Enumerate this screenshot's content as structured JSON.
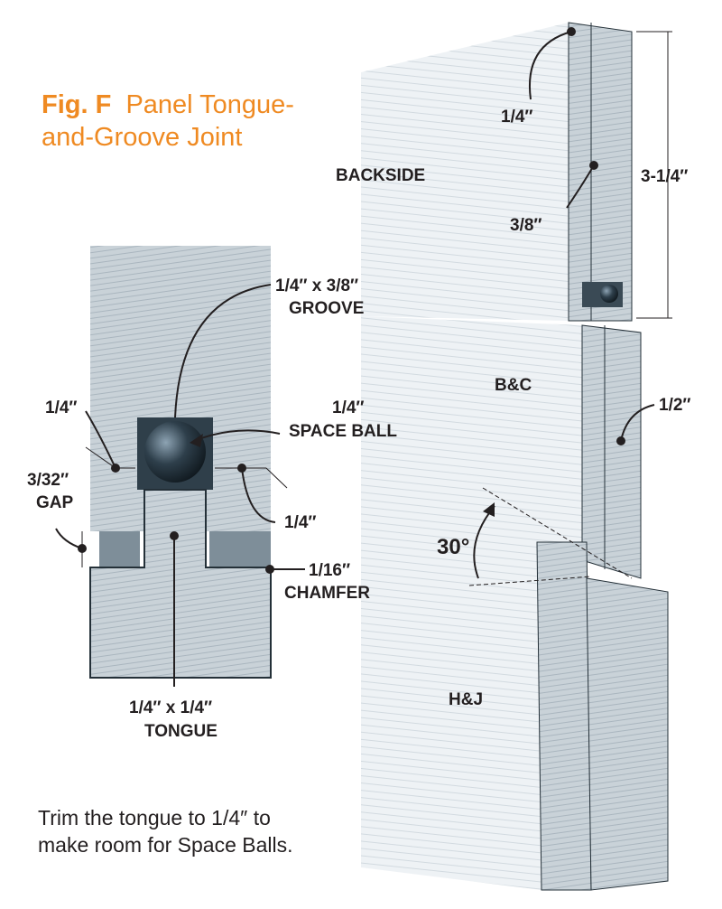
{
  "title": {
    "fig": "Fig. F",
    "line1": "Panel Tongue-",
    "line2": "and-Groove Joint"
  },
  "caption": {
    "line1": "Trim the tongue to 1/4″ to",
    "line2": "make room for Space Balls."
  },
  "labels": {
    "top_quarter": "1/4″",
    "backside": "BACKSIDE",
    "three_eighths": "3/8″",
    "three_quarter_total": "3-1/4″",
    "groove_size": "1/4″ x 3/8″",
    "groove": "GROOVE",
    "bc": "B&C",
    "half": "1/2″",
    "left_quarter": "1/4″",
    "ball_size": "1/4″",
    "space_ball": "SPACE BALL",
    "gap_size": "3/32″",
    "gap": "GAP",
    "right_quarter": "1/4″",
    "angle": "30°",
    "chamfer_size": "1/16″",
    "chamfer": "CHAMFER",
    "hj": "H&J",
    "tongue_size": "1/4″ x 1/4″",
    "tongue": "TONGUE"
  },
  "colors": {
    "accent": "#ef8a22",
    "wood": "#c3ccd3",
    "ink": "#231f20"
  }
}
